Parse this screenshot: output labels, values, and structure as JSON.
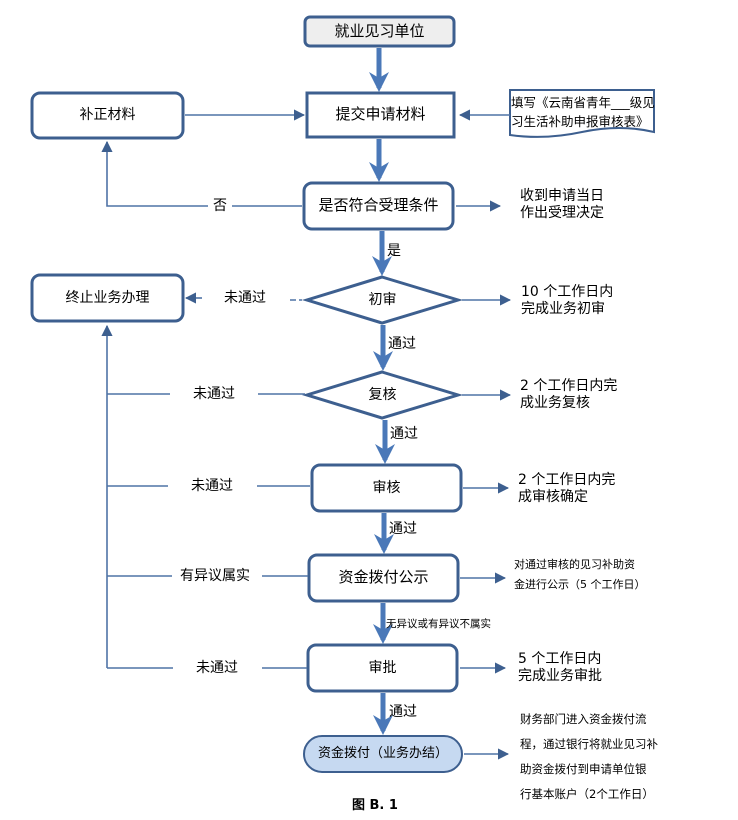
{
  "colors": {
    "stroke": "#3d5f8f",
    "main_arrow": "#4a78b8",
    "thin_line": "#4f73a6",
    "start_fill": "#eeeeee",
    "end_fill": "#c6d9f1"
  },
  "nodes": {
    "start": "就业见习单位",
    "submit": "提交申请材料",
    "supplement": "补正材料",
    "form_doc": "填写《云南省青年___级见习生活补助申报审核表》",
    "check": "是否符合受理条件",
    "terminate": "终止业务办理",
    "initial_review": "初审",
    "re_review": "复核",
    "audit": "审核",
    "publicity": "资金拨付公示",
    "approval": "审批",
    "end": "资金拨付（业务办结）"
  },
  "form_doc_lines": [
    "填写《云南省青年___级见",
    "习生活补助申报审核表》"
  ],
  "edge_labels": {
    "no": "否",
    "yes": "是",
    "fail_initial": "未通过",
    "fail_re_review": "未通过",
    "fail_audit": "未通过",
    "objection_true": "有异议属实",
    "fail_approval": "未通过",
    "pass_1": "通过",
    "pass_2": "通过",
    "pass_3": "通过",
    "no_objection": "无异议或有异议不属实",
    "pass_4": "通过"
  },
  "notes": {
    "check": [
      "收到申请当日",
      "作出受理决定"
    ],
    "initial_review": [
      "10 个工作日内",
      "完成业务初审"
    ],
    "re_review": [
      "2 个工作日内完",
      "成业务复核"
    ],
    "audit": [
      "2 个工作日内完",
      "成审核确定"
    ],
    "publicity": [
      "对通过审核的见习补助资",
      "金进行公示（5 个工作日）"
    ],
    "approval": [
      "5 个工作日内",
      "完成业务审批"
    ],
    "end": [
      "财务部门进入资金拨付流",
      "程，通过银行将就业见习补",
      "助资金拨付到申请单位银",
      "行基本账户（2个工作日）"
    ]
  },
  "caption": "图 B. 1"
}
